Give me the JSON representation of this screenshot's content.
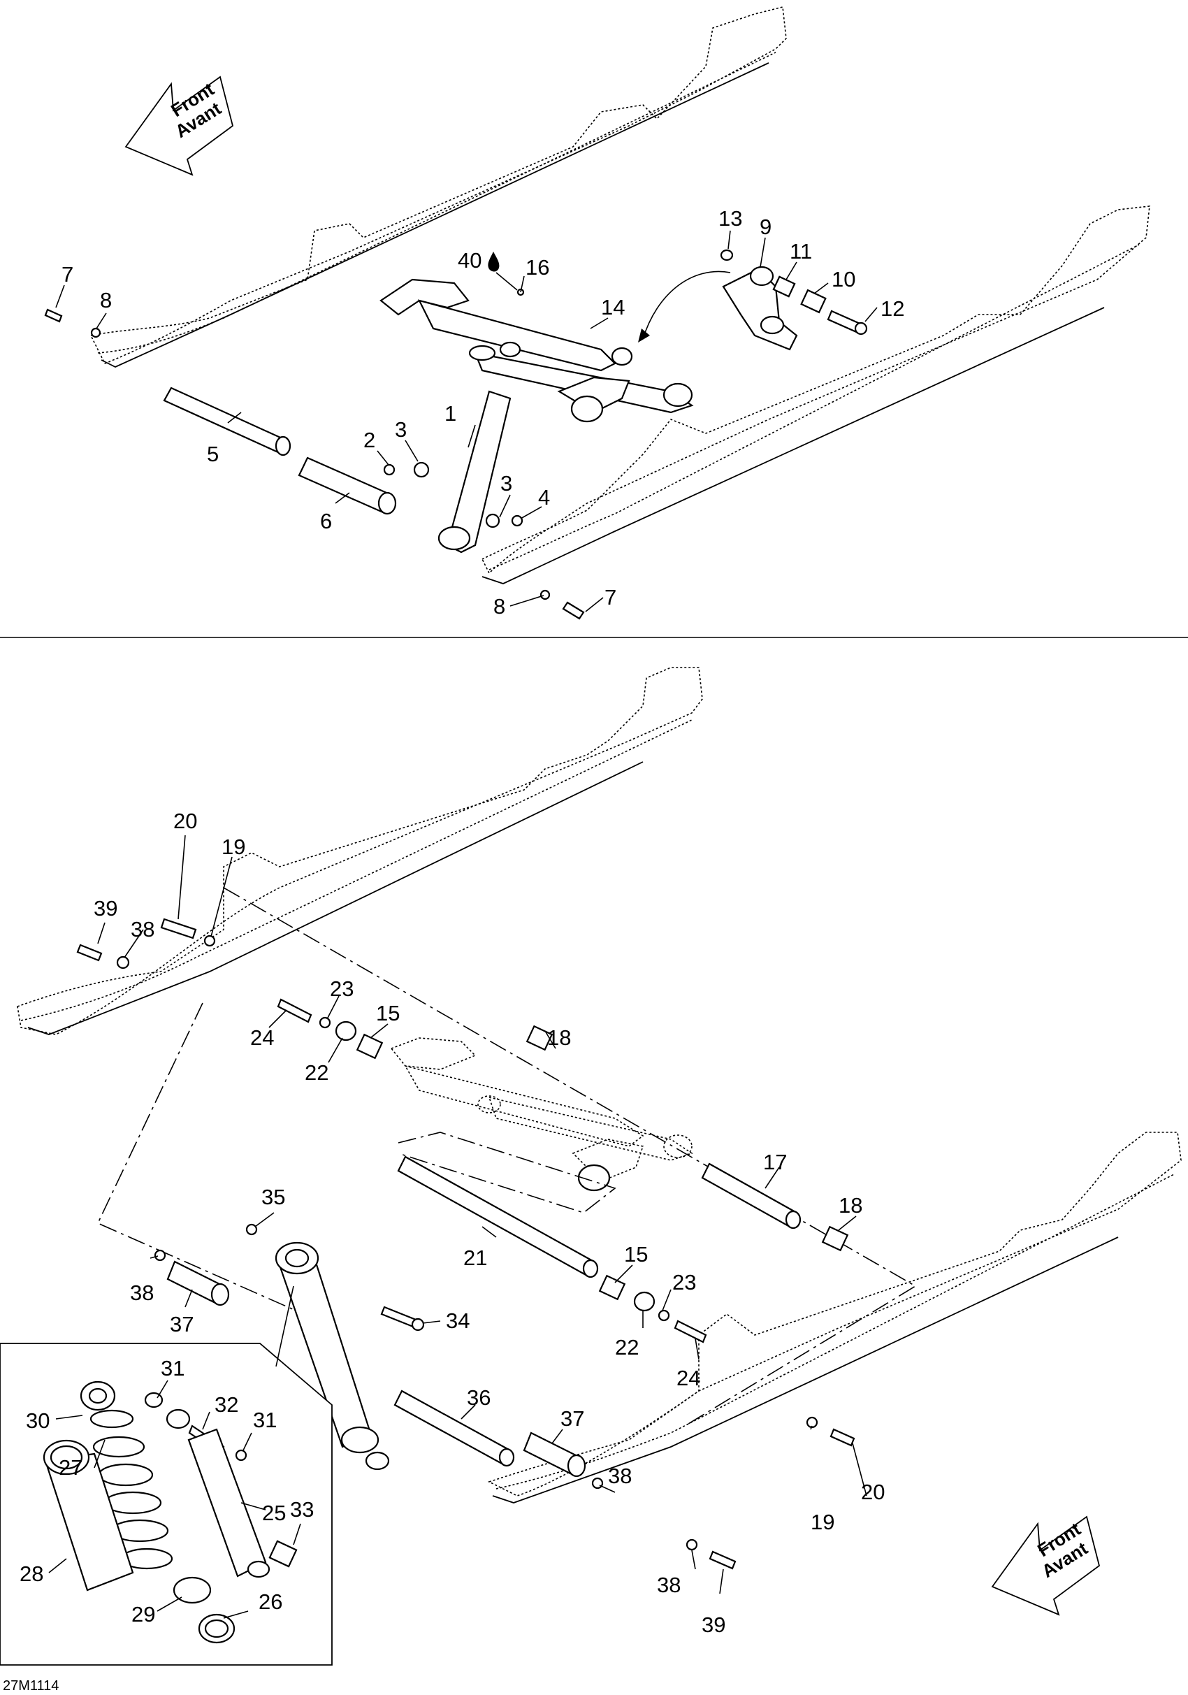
{
  "drawing_ref": "27M1114",
  "direction_arrow": {
    "line1": "Front",
    "line2": "Avant"
  },
  "callouts": {
    "n1": "1",
    "n2": "2",
    "n3": "3",
    "n4": "4",
    "n5": "5",
    "n6": "6",
    "n7": "7",
    "n8": "8",
    "n9": "9",
    "n10": "10",
    "n11": "11",
    "n12": "12",
    "n13": "13",
    "n14": "14",
    "n15": "15",
    "n16": "16",
    "n17": "17",
    "n18": "18",
    "n19": "19",
    "n20": "20",
    "n21": "21",
    "n22": "22",
    "n23": "23",
    "n24": "24",
    "n25": "25",
    "n26": "26",
    "n27": "27",
    "n28": "28",
    "n29": "29",
    "n30": "30",
    "n31": "31",
    "n32": "32",
    "n33": "33",
    "n34": "34",
    "n35": "35",
    "n36": "36",
    "n37": "37",
    "n38": "38",
    "n39": "39",
    "n40": "40"
  }
}
